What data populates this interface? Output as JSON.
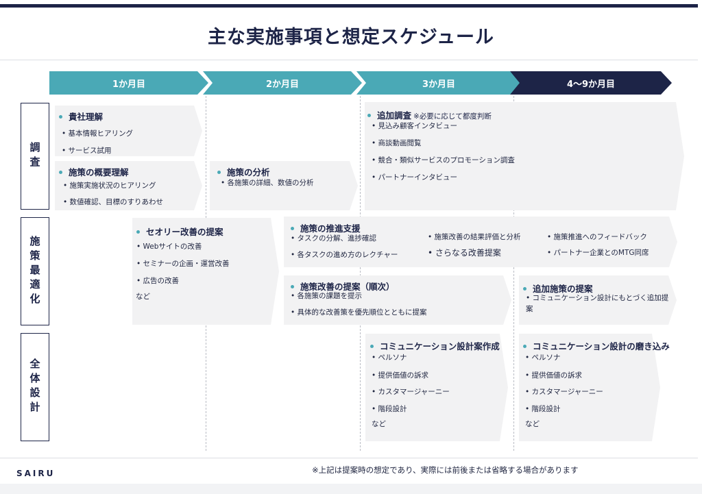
{
  "title": "主な実施事項と想定スケジュール",
  "phases": [
    "1か月目",
    "2か月目",
    "3か月目",
    "4〜9か月目"
  ],
  "categories": [
    "調査",
    "施策最適化",
    "全体設計"
  ],
  "research": {
    "company": {
      "title": "貴社理解",
      "items": [
        "• 基本情報ヒアリング",
        "• サービス試用"
      ]
    },
    "policy_overview": {
      "title": "施策の概要理解",
      "items": [
        "• 施策実施状況のヒアリング",
        "• 数値確認、目標のすりあわせ"
      ]
    },
    "policy_analysis": {
      "title": "施策の分析",
      "items": [
        "• 各施策の詳細、数値の分析"
      ]
    },
    "additional": {
      "title": "追加調査",
      "note": "※必要に応じて都度判断",
      "items": [
        "• 見込み顧客インタビュー",
        "• 商談動画閲覧",
        "• 競合・類似サービスのプロモーション調査",
        "• パートナーインタビュー"
      ]
    }
  },
  "optimization": {
    "theory": {
      "title": "セオリー改善の提案",
      "items": [
        "• Webサイトの改善",
        "• セミナーの企画・運営改善",
        "• 広告の改善"
      ],
      "etc": "など"
    },
    "support": {
      "title": "施策の推進支援",
      "items": [
        "• タスクの分解、進捗確認",
        "• 各タスクの進め方のレクチャー",
        "• 施策改善の結果評価と分析",
        "• さらなる改善提案",
        "• 施策推進へのフィードバック",
        "• パートナー企業とのMTG同席"
      ]
    },
    "proposal": {
      "title": "施策改善の提案（順次）",
      "items": [
        "• 各施策の課題を提示",
        "• 具体的な改善策を優先順位とともに提案"
      ]
    },
    "additional": {
      "title": "追加施策の提案",
      "items": [
        "• コミュニケーション設計にもとづく追加提案"
      ]
    }
  },
  "design": {
    "draft": {
      "title": "コミュニケーション設計案作成",
      "items": [
        "• ペルソナ",
        "• 提供価値の訴求",
        "• カスタマージャーニー",
        "• 階段設計"
      ],
      "etc": "など"
    },
    "refine": {
      "title": "コミュニケーション設計の磨き込み",
      "items": [
        "• ペルソナ",
        "• 提供価値の訴求",
        "• カスタマージャーニー",
        "• 階段設計"
      ],
      "etc": "など"
    }
  },
  "footer": {
    "logo": "SAIRU",
    "note": "※上記は提案時の想定であり、実際には前後または省略する場合があります"
  },
  "colors": {
    "navy": "#1d2447",
    "teal": "#4aa9b6",
    "box": "#f2f2f3"
  }
}
